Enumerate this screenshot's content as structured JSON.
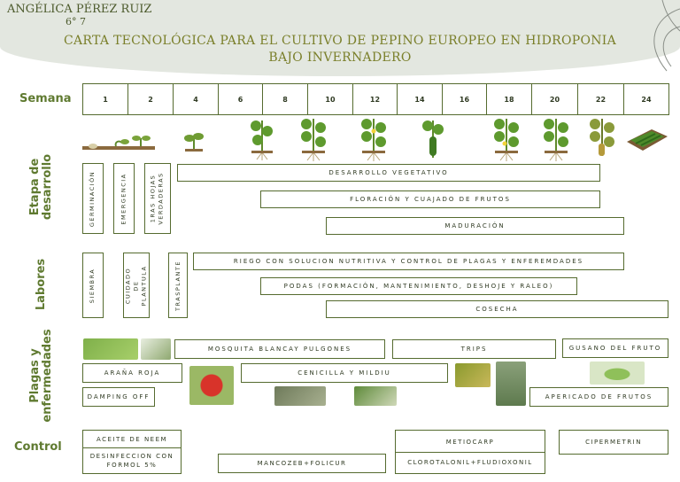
{
  "header": {
    "author": "ANGÉLICA PÉREZ RUIZ",
    "grade": "6° 7",
    "title_line1": "CARTA TECNOLÓGICA PARA EL CULTIVO DE PEPINO  EUROPEO EN HIDROPONIA",
    "title_line2": "BAJO INVERNADERO"
  },
  "rows": {
    "semana": "Semana",
    "etapa": "Etapa de desarrollo",
    "labores": "Labores",
    "plagas": "Plagas y enfermedades",
    "control": "Control"
  },
  "weeks": [
    "1",
    "2",
    "4",
    "6",
    "8",
    "10",
    "12",
    "14",
    "16",
    "18",
    "20",
    "22",
    "24"
  ],
  "etapa": {
    "germinacion": "GERMINACIÓN",
    "emergencia": "EMERGENCIA",
    "hojas": "1RAS HOJAS VERDADERAS",
    "desarrollo": "DESARROLLO VEGETATIVO",
    "floracion": "FLORACIÓN Y CUAJADO DE FRUTOS",
    "maduracion": "MADURACIÓN"
  },
  "labores": {
    "siembra": "SIEMBRA",
    "cuidado": "CUIDADO DE PLANTULA",
    "trasplante": "TRASPLANTE",
    "riego": "RIEGO CON SOLUCION NUTRITIVA Y CONTROL DE PLAGAS Y ENFEREMDADES",
    "podas": "PODAS (FORMACIÓN, MANTENIMIENTO, DESHOJE Y RALEO)",
    "cosecha": "COSECHA"
  },
  "plagas": {
    "mosquita": "MOSQUITA BLANCAY PULGONES",
    "trips": "TRIPS",
    "gusano": "GUSANO DEL FRUTO",
    "arana": "ARAÑA ROJA",
    "cenicilla": "CENICILLA Y MILDIU",
    "damping": "DAMPING OFF",
    "apericado": "APERICADO DE FRUTOS"
  },
  "control": {
    "neem": "ACEITE DE NEEM",
    "formol": "DESINFECCION CON FORMOL 5%",
    "mancozeb": "MANCOZEB+FOLICUR",
    "metiocarp": "METIOCARP",
    "clorotalonil": "CLOROTALONIL+FLUDIOXONIL",
    "cipermetrin": "CIPERMETRIN"
  },
  "colors": {
    "accent": "#5f7a30",
    "border": "#556b2f",
    "title": "#7a7f2a",
    "band": "#e3e7e0"
  }
}
